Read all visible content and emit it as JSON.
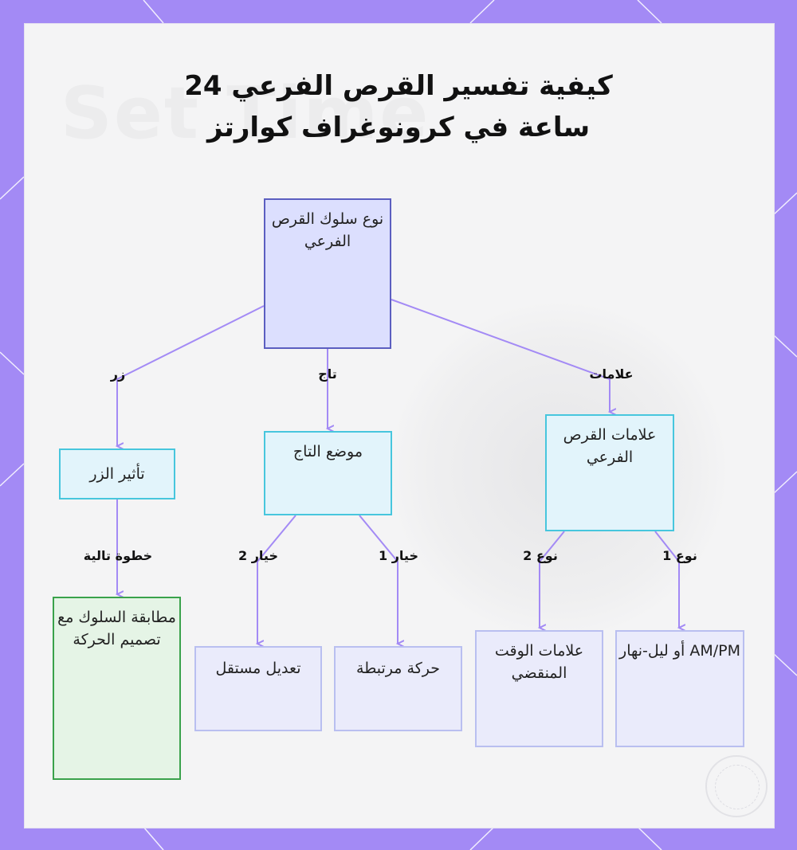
{
  "title": {
    "line1": "كيفية تفسير القرص الفرعي 24",
    "line2": "ساعة في كرونوغراف كوارتز"
  },
  "nodes": {
    "root": "نوع سلوك القرص الفرعي",
    "button_effect": "تأثير الزر",
    "crown_position": "موضع التاج",
    "subdial_markings": "علامات القرص الفرعي",
    "match_behavior": "مطابقة السلوك مع تصميم الحركة",
    "independent_adjust": "تعديل مستقل",
    "linked_motion": "حركة مرتبطة",
    "elapsed_time": "علامات الوقت المنقضي",
    "ampm": "AM/PM أو ليل-نهار"
  },
  "edge_labels": {
    "button": "زر",
    "crown": "تاج",
    "markings": "علامات",
    "next_step": "خطوة تالية",
    "option2": "خيار 2",
    "option1": "خيار 1",
    "type2": "نوع 2",
    "type1": "نوع 1"
  },
  "colors": {
    "frame": "#a38af5",
    "edge": "#a38af5",
    "root_fill": "#dcdffe",
    "root_border": "#5b5ec0",
    "mid_border": "#47c6dd",
    "green_border": "#3aa24b",
    "leaf_border": "#b9bff0"
  }
}
